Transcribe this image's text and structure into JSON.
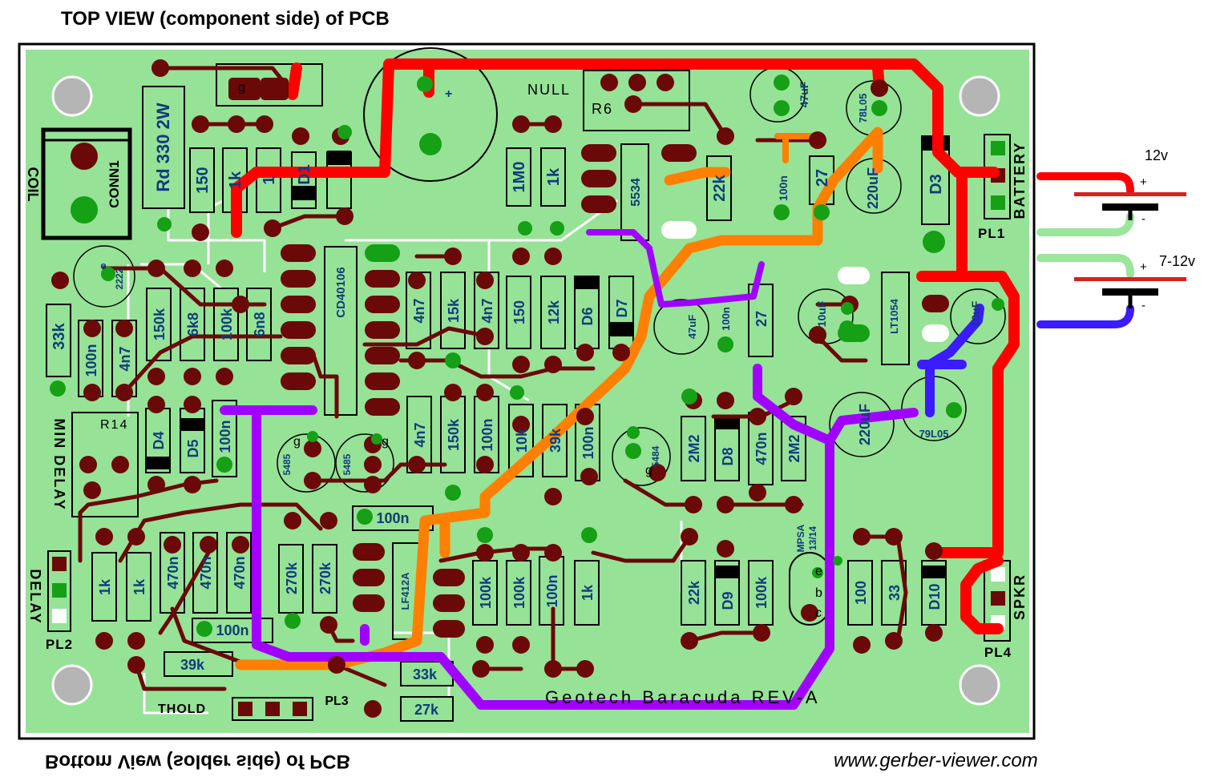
{
  "titles": {
    "top": "TOP VIEW (component side) of PCB",
    "bottom": "Bottom View (solder side) of PCB",
    "website": "www.gerber-viewer.com"
  },
  "board": {
    "name": "Geotech Baracuda REV-A",
    "colors": {
      "board": "#96e296",
      "outline": "#000000",
      "pad": "#6b0808",
      "pad_green": "#15a015",
      "silk": "#ffffff",
      "label": "#0e3d7a",
      "red": "#ff0000",
      "orange": "#ff8000",
      "purple": "#a000ff",
      "blue": "#3a1cff",
      "green_wire": "#9ae69a"
    }
  },
  "labels": {
    "coil": "COIL",
    "conn1": "CONN1",
    "rd330": "Rd 330 2W",
    "r150a": "150",
    "r1k_top": "1k",
    "r1_partial": "1",
    "d1": "D1",
    "null": "NULL",
    "r6": "R6",
    "c47uf_top": "47uF",
    "reg78l05": "78L05",
    "r1m0": "1M0",
    "r1k_b": "1k",
    "u5534": "5534",
    "r22k_top": "22k",
    "c100n_top": "100n",
    "r27_top": "27",
    "c220uf_top": "220uF",
    "d3": "D3",
    "pl1": "PL1",
    "battery": "BATTERY",
    "q2222": "2222",
    "e_pin": "e",
    "r33k": "33k",
    "c100n_l": "100n",
    "c4n7_l": "4n7",
    "r150k_l": "150k",
    "r6k8": "6k8",
    "r100k_l": "100k",
    "c6n8": "6n8",
    "ucd40106": "CD40106",
    "c4n7_m1": "4n7",
    "r15k": "15k",
    "c4n7_m2": "4n7",
    "r150_m": "150",
    "r12k": "12k",
    "d6": "D6",
    "d7": "D7",
    "c47uf_mid": "47uF",
    "c100n_mid": "100n",
    "r27_mid": "27",
    "c10uf": "10uF",
    "ult1054": "LT1054",
    "c10uf_r": "10uF",
    "min_delay": "MIN DELAY",
    "r14": "R14",
    "d4": "D4",
    "d5": "D5",
    "c100n_v": "100n",
    "q5485a": "5485",
    "q5485b": "5485",
    "g1": "g",
    "g2": "g",
    "g_top": "g",
    "c4n7_b": "4n7",
    "r150k_b": "150k",
    "c100n_b": "100n",
    "c10k": "10k",
    "r39k_v": "39k",
    "c100n_c": "100n",
    "q5484": "5484",
    "g3": "g",
    "c2m2a": "2M2",
    "d8": "D8",
    "c470n_a": "470n",
    "c2m2b": "2M2",
    "c220uf_b": "220uF",
    "reg79l05": "79L05",
    "delay": "DELAY",
    "pl2": "PL2",
    "r1k_c": "1k",
    "r1k_d": "1k",
    "c470n_b": "470n",
    "c470n_c": "470n",
    "c470n_d": "470n",
    "r270k_a": "270k",
    "r270k_b": "270k",
    "c100n_h": "100n",
    "c100n_i": "100n",
    "ulf412a": "LF412A",
    "r100k_a": "100k",
    "r100k_b": "100k",
    "c100n_d": "100n",
    "r1k_e": "1k",
    "r22k_b": "22k",
    "d9": "D9",
    "r100k_c": "100k",
    "mpsa": "MPSA",
    "mpsa_num": "13/14",
    "pin_e": "e",
    "pin_b": "b",
    "pin_c": "c",
    "r100_b": "100",
    "r33_b": "33",
    "d10": "D10",
    "pl4": "PL4",
    "spkr": "SPKR",
    "r39k_h": "39k",
    "r33k_b": "33k",
    "r27k": "27k",
    "thold": "THOLD",
    "pl3": "PL3",
    "plus_sign": "+"
  },
  "battery_side": {
    "v1": "12v",
    "v2": "7-12v",
    "plus": "+",
    "minus": "-"
  }
}
